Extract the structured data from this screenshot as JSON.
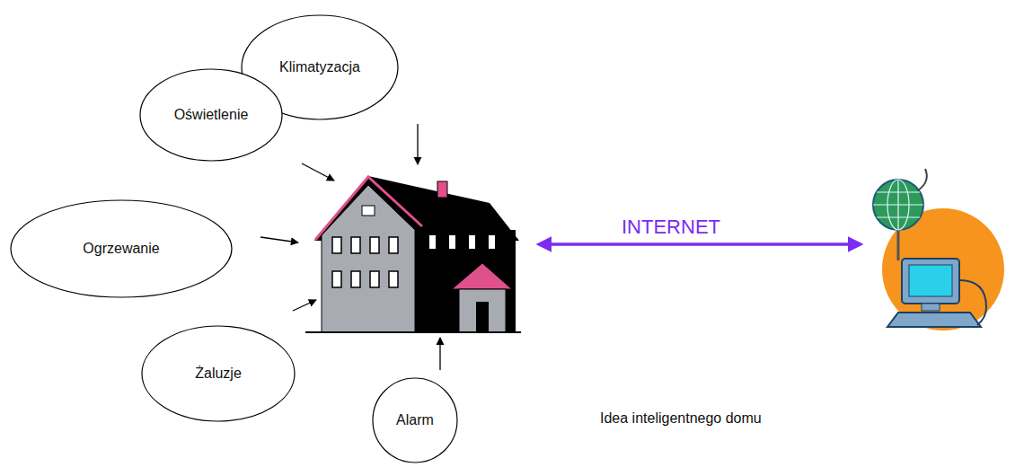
{
  "diagram": {
    "caption": "Idea inteligentnego domu",
    "nodes": [
      {
        "text": [
          "Klimatyzacja"
        ]
      },
      {
        "text": [
          "Oświetlenie"
        ]
      },
      {
        "text": [
          "Ogrzewanie"
        ]
      },
      {
        "text": [
          "Żaluzje"
        ]
      },
      {
        "text": [
          "Alarm"
        ]
      }
    ],
    "labels": [
      "INTERNET"
    ]
  }
}
